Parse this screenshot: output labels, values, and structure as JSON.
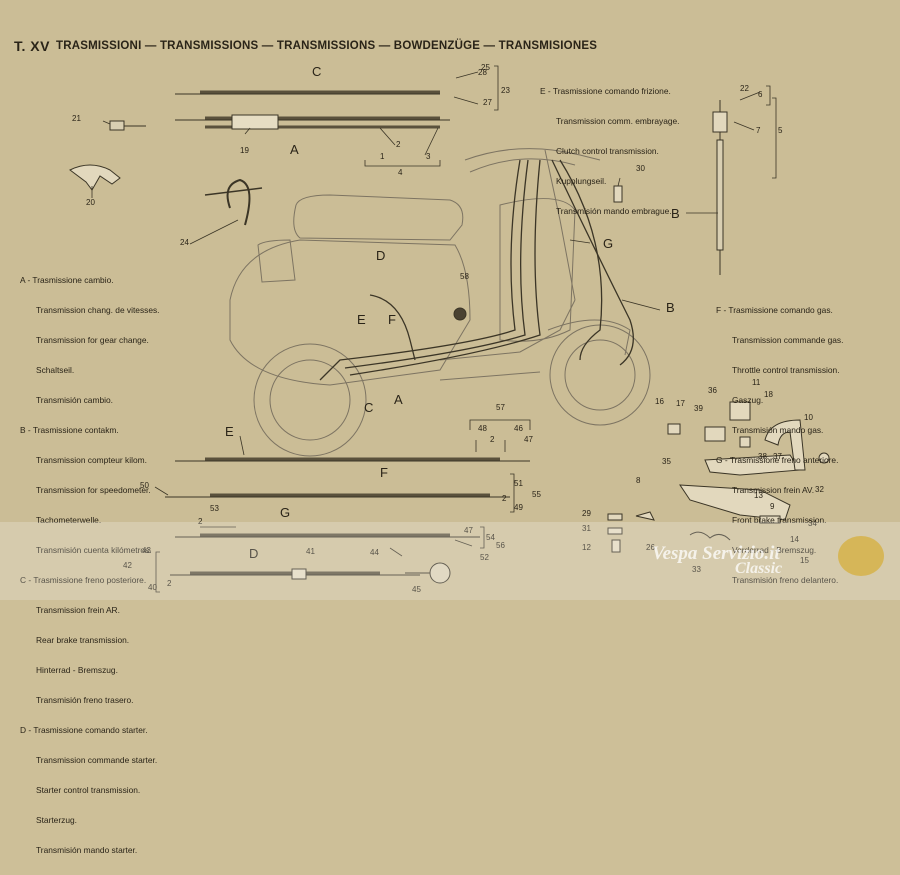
{
  "header": {
    "code": "T. XV",
    "title": "TRASMISSIONI — TRANSMISSIONS — TRANSMISSIONS — BOWDENZÜGE — TRANSMISIONES"
  },
  "legend_left": [
    {
      "key": "A",
      "lines": [
        "Trasmissione cambio.",
        "Transmission chang. de vitesses.",
        "Transmission for gear change.",
        "Schaltseil.",
        "Transmisión cambio."
      ]
    },
    {
      "key": "B",
      "lines": [
        "Trasmissione contakm.",
        "Transmission compteur kilom.",
        "Transmission for speedometer.",
        "Tachometerwelle.",
        "Transmisión cuenta kilómetros."
      ]
    },
    {
      "key": "C",
      "lines": [
        "Trasmissione freno posteriore.",
        "Transmission frein AR.",
        "Rear brake transmission.",
        "Hinterrad - Bremszug.",
        "Transmisión freno trasero."
      ]
    },
    {
      "key": "D",
      "lines": [
        "Trasmissione comando starter.",
        "Transmission commande starter.",
        "Starter control transmission.",
        "Starterzug.",
        "Transmisión mando starter."
      ]
    }
  ],
  "legend_top": {
    "key": "E",
    "lines": [
      "Trasmissione comando frizione.",
      "Transmission comm. embrayage.",
      "Clutch control transmission.",
      "Kupplungseil.",
      "Transmisión mando embrague."
    ]
  },
  "legend_right": [
    {
      "key": "F",
      "lines": [
        "Trasmissione comando gas.",
        "Transmission commande gas.",
        "Throttle control transmission.",
        "Gaszug.",
        "Transmisión mando gas."
      ]
    },
    {
      "key": "G",
      "lines": [
        "Trasmissione freno anteriore.",
        "Transmission frein AV.",
        "Front brake transmission.",
        "Vorderrad - Bremszug.",
        "Transmisión freno delantero."
      ]
    }
  ],
  "letters": {
    "a": "A",
    "b": "B",
    "c": "C",
    "d": "D",
    "e": "E",
    "f": "F",
    "g": "G"
  },
  "parts": {
    "n1": "1",
    "n2": "2",
    "n3": "3",
    "n4": "4",
    "n5": "5",
    "n6": "6",
    "n7": "7",
    "n8": "8",
    "n9": "9",
    "n10": "10",
    "n11": "11",
    "n12": "12",
    "n13": "13",
    "n14": "14",
    "n15": "15",
    "n16": "16",
    "n17": "17",
    "n18": "18",
    "n19": "19",
    "n20": "20",
    "n21": "21",
    "n22": "22",
    "n23": "23",
    "n24": "24",
    "n25": "25",
    "n26": "26",
    "n27": "27",
    "n28": "28",
    "n29": "29",
    "n30": "30",
    "n31": "31",
    "n32": "32",
    "n33": "33",
    "n34": "34",
    "n35": "35",
    "n36": "36",
    "n37": "37",
    "n38": "38",
    "n39": "39",
    "n40": "40",
    "n41": "41",
    "n42": "42",
    "n43": "43",
    "n44": "44",
    "n45": "45",
    "n46": "46",
    "n47": "47",
    "n48": "48",
    "n49": "49",
    "n50": "50",
    "n51": "51",
    "n52": "52",
    "n53": "53",
    "n54": "54",
    "n55": "55",
    "n56": "56",
    "n57": "57",
    "n58": "58"
  },
  "watermark": {
    "line1": "Vespa Servizio.it",
    "line2": "Classic"
  },
  "colors": {
    "paper": "#cbbd96",
    "ink": "#2a2418",
    "sketch": "#7d7462"
  }
}
